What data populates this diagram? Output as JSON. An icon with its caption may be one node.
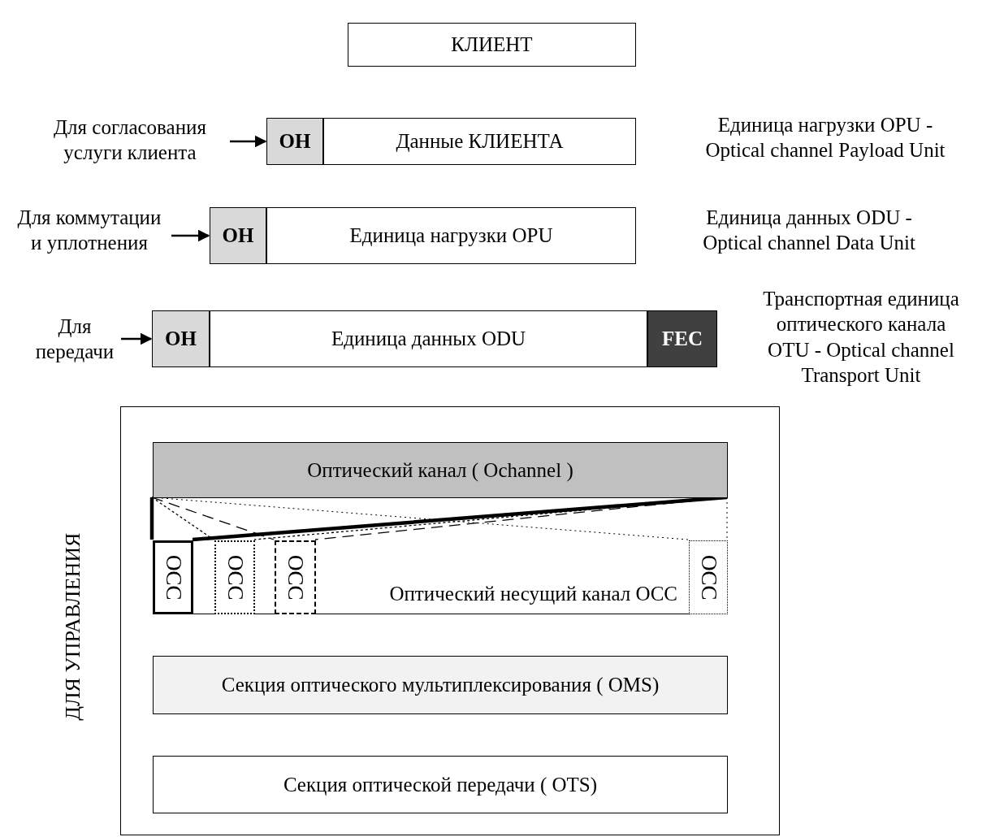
{
  "diagram": {
    "nodes": [
      {
        "text": [
          "КЛИЕНТ"
        ]
      },
      {
        "text": [
          "Для согласования услуги клиента"
        ]
      },
      {
        "text": [
          "ОН"
        ]
      },
      {
        "text": [
          "Данные КЛИЕНТА"
        ]
      },
      {
        "text": [
          "Для коммутации и уплотнения"
        ]
      },
      {
        "text": [
          "ОН"
        ]
      },
      {
        "text": [
          "Единица нагрузки OPU"
        ]
      },
      {
        "text": [
          "Для передачи"
        ]
      },
      {
        "text": [
          "ОН"
        ]
      },
      {
        "text": [
          "Единица данных ODU"
        ]
      },
      {
        "text": [
          "FEC"
        ]
      },
      {
        "text": [],
        "shape": "box",
        "beside": [
          "ДЛЯ УПРАВЛЕНИЯ"
        ]
      },
      {
        "text": [
          "Оптический канал ( Ochannel )"
        ],
        "in": 11
      },
      {
        "text": [
          "Оптический несущий канал OCC"
        ],
        "in": 11
      },
      {
        "text": [
          "OCC"
        ],
        "in": 13
      },
      {
        "text": [
          "OCC"
        ],
        "in": 13
      },
      {
        "text": [
          "OCC"
        ],
        "in": 13
      },
      {
        "text": [
          "OCC"
        ],
        "in": 13
      },
      {
        "text": [
          "Секция оптического мультиплексирования ( OMS)"
        ],
        "in": 11
      },
      {
        "text": [
          "Секция оптической передачи ( OTS)"
        ],
        "in": 11
      }
    ],
    "edges": [
      {
        "from": 1,
        "to": 2,
        "arrow": "to"
      },
      {
        "from": 4,
        "to": 5,
        "arrow": "to"
      },
      {
        "from": 7,
        "to": 8,
        "arrow": "to"
      },
      {
        "from": 12,
        "to": 14,
        "arrow": "none",
        "style": "thick"
      },
      {
        "from": 12,
        "to": 15,
        "arrow": "none",
        "style": "dashed"
      },
      {
        "from": 12,
        "to": 16,
        "arrow": "none",
        "style": "dashed"
      },
      {
        "from": 12,
        "to": 17,
        "arrow": "none",
        "style": "dashed"
      }
    ],
    "labels": [
      "Единица нагрузки OPU - Optical channel Payload Unit",
      "Единица данных ODU - Optical channel Data Unit",
      "Транспортная единица оптического канала OTU - Optical channel Transport Unit"
    ]
  }
}
